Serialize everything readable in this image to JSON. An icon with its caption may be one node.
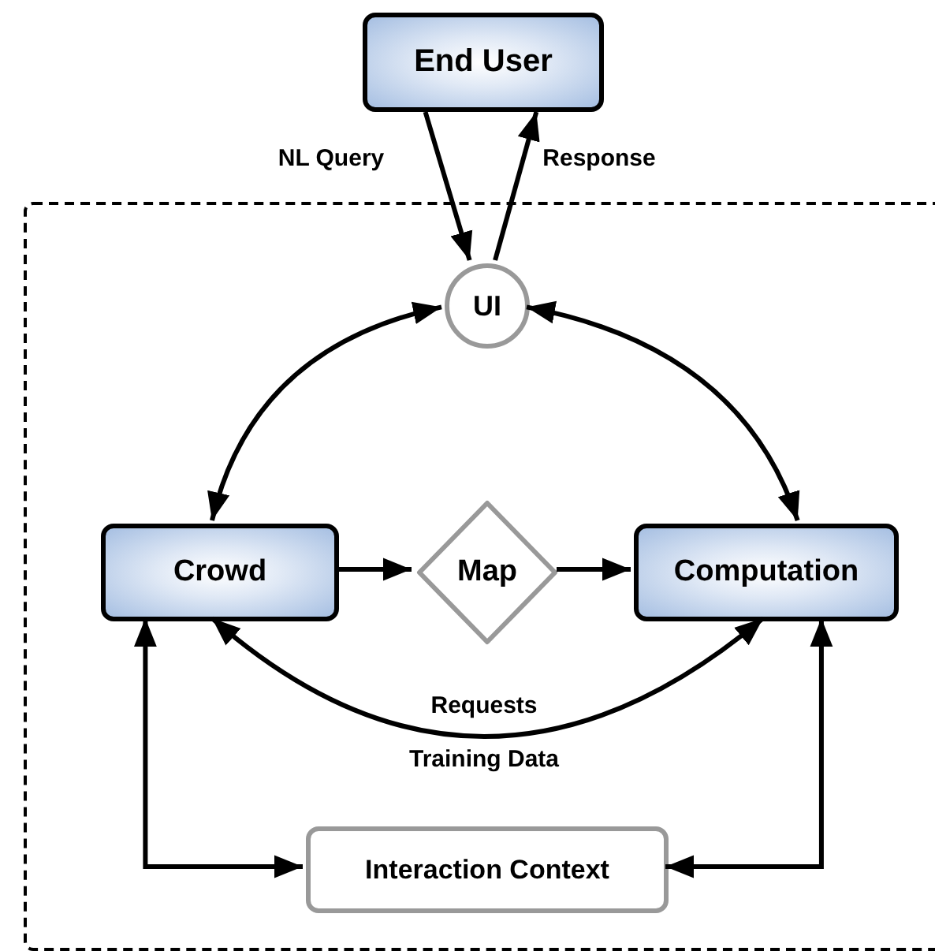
{
  "diagram": {
    "nodes": [
      {
        "text": [
          "End User"
        ]
      },
      {
        "text": [],
        "shape": "box"
      },
      {
        "text": [
          "UI"
        ],
        "in": 1
      },
      {
        "text": [
          "Crowd"
        ],
        "in": 1
      },
      {
        "text": [
          "Map"
        ],
        "in": 1
      },
      {
        "text": [
          "Computation"
        ],
        "in": 1
      },
      {
        "text": [
          "Interaction Context"
        ],
        "in": 1
      }
    ],
    "edges": [
      {
        "from": 0,
        "to": 2,
        "arrow": "to",
        "label": "NL Query"
      },
      {
        "from": 2,
        "to": 0,
        "arrow": "to",
        "label": "Response"
      },
      {
        "from": 3,
        "to": 2,
        "arrow": "both"
      },
      {
        "from": 2,
        "to": 5,
        "arrow": "both"
      },
      {
        "from": 3,
        "to": 4,
        "arrow": "to"
      },
      {
        "from": 4,
        "to": 5,
        "arrow": "to"
      },
      {
        "from": 3,
        "to": 5,
        "arrow": "both",
        "label": "Requests"
      },
      {
        "from": 3,
        "to": 6,
        "arrow": "both"
      },
      {
        "from": 5,
        "to": 6,
        "arrow": "both"
      }
    ],
    "labels": [
      "Training Data"
    ]
  }
}
